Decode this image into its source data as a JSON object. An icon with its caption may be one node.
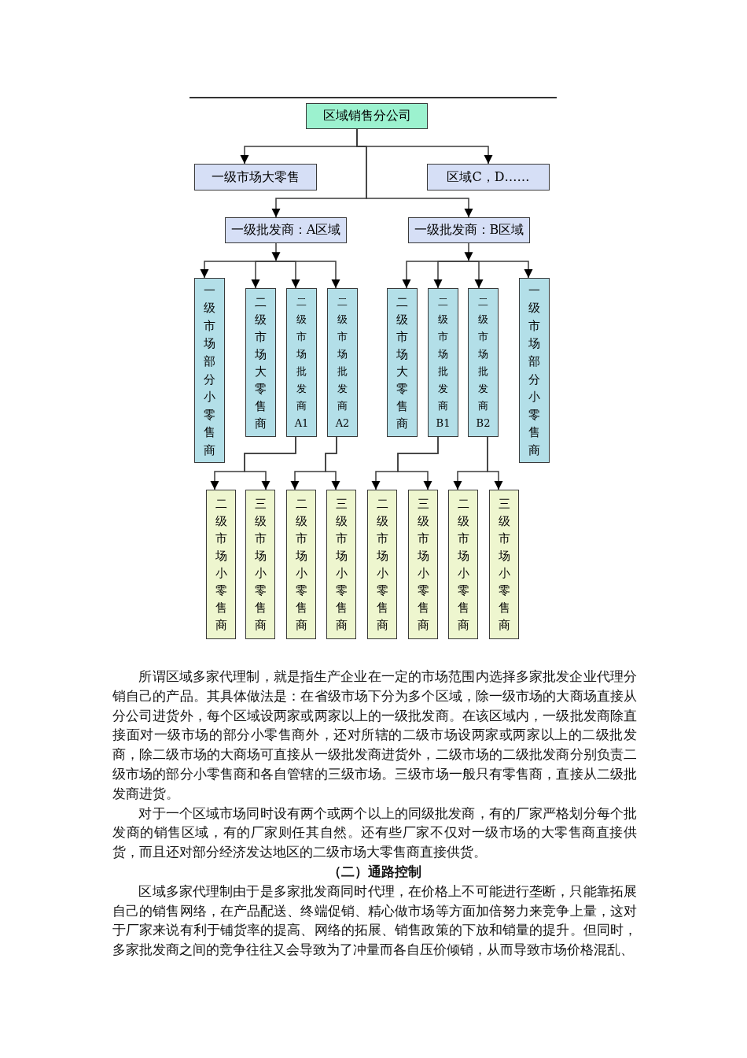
{
  "diagram": {
    "nodes": [
      {
        "text": [
          "区域销售分公司"
        ]
      },
      {
        "text": [
          "一级市场大零售"
        ]
      },
      {
        "text": [
          "区域C，D……"
        ]
      },
      {
        "text": [
          "一级批发商：A区域"
        ]
      },
      {
        "text": [
          "一级批发商：B区域"
        ]
      },
      {
        "text": [
          "一级市场部分小零售商"
        ]
      },
      {
        "text": [
          "二级市场大零售商"
        ]
      },
      {
        "text": [
          "二级市场批发商A1"
        ]
      },
      {
        "text": [
          "二级市场批发商A2"
        ]
      },
      {
        "text": [
          "二级市场大零售商"
        ]
      },
      {
        "text": [
          "二级市场批发商B1"
        ]
      },
      {
        "text": [
          "二级市场批发商B2"
        ]
      },
      {
        "text": [
          "一级市场部分小零售商"
        ]
      },
      {
        "text": [
          "二级市场小零售商"
        ]
      },
      {
        "text": [
          "三级市场小零售商"
        ]
      },
      {
        "text": [
          "二级市场小零售商"
        ]
      },
      {
        "text": [
          "三级市场小零售商"
        ]
      },
      {
        "text": [
          "二级市场小零售商"
        ]
      },
      {
        "text": [
          "三级市场小零售商"
        ]
      },
      {
        "text": [
          "二级市场小零售商"
        ]
      },
      {
        "text": [
          "三级市场小零售商"
        ]
      }
    ],
    "edges": [
      {
        "from": 0,
        "to": 1,
        "arrow": "to"
      },
      {
        "from": 0,
        "to": 2,
        "arrow": "to"
      },
      {
        "from": 0,
        "to": 3,
        "arrow": "to"
      },
      {
        "from": 0,
        "to": 4,
        "arrow": "to"
      },
      {
        "from": 3,
        "to": 5,
        "arrow": "to"
      },
      {
        "from": 3,
        "to": 6,
        "arrow": "to"
      },
      {
        "from": 3,
        "to": 7,
        "arrow": "to"
      },
      {
        "from": 3,
        "to": 8,
        "arrow": "to"
      },
      {
        "from": 4,
        "to": 9,
        "arrow": "to"
      },
      {
        "from": 4,
        "to": 10,
        "arrow": "to"
      },
      {
        "from": 4,
        "to": 11,
        "arrow": "to"
      },
      {
        "from": 4,
        "to": 12,
        "arrow": "to"
      },
      {
        "from": 7,
        "to": 13,
        "arrow": "to"
      },
      {
        "from": 7,
        "to": 14,
        "arrow": "to"
      },
      {
        "from": 8,
        "to": 15,
        "arrow": "to"
      },
      {
        "from": 8,
        "to": 16,
        "arrow": "to"
      },
      {
        "from": 10,
        "to": 17,
        "arrow": "to"
      },
      {
        "from": 10,
        "to": 18,
        "arrow": "to"
      },
      {
        "from": 11,
        "to": 19,
        "arrow": "to"
      },
      {
        "from": 11,
        "to": 20,
        "arrow": "to"
      }
    ],
    "labels": [
      "所谓区域多家代理制，就是指生产企业在一定的市场范围内选择多家批发企业代理分销自己的产品。其具体做法是：在省级市场下分为多个区域，除一级市场的大商场直接从分公司进货外，每个区域设两家或两家以上的一级批发商。在该区域内，一级批发商除直接面对一级市场的部分小零售商外，还对所辖的二级市场设两家或两家以上的二级批发商，除二级市场的大商场可直接从一级批发商进货外，二级市场的二级批发商分别负责二级市场的部分小零售商和各自管辖的三级市场。三级市场一般只有零售商，直接从二级批发商进货。",
      "对于一个区域市场同时设有两个或两个以上的同级批发商，有的厂家严格划分每个批发商的销售区域，有的厂家则任其自然。还有些厂家不仅对一级市场的大零售商直接供货，而且还对部分经济发达地区的二级市场大零售商直接供货。",
      "（二）通路控制",
      "区域多家代理制由于是多家批发商同时代理，在价格上不可能进行垄断，只能靠拓展自己的销售网络，在产品配送、终端促销、精心做市场等方面加倍努力来竞争上量，这对于厂家来说有利于铺货率的提高、网络的拓展、销售政策的下放和销量的提升。但同时，多家批发商之间的竞争往往又会导致为了冲量而各自压价倾销，从而导致市场价格混乱、"
    ]
  }
}
